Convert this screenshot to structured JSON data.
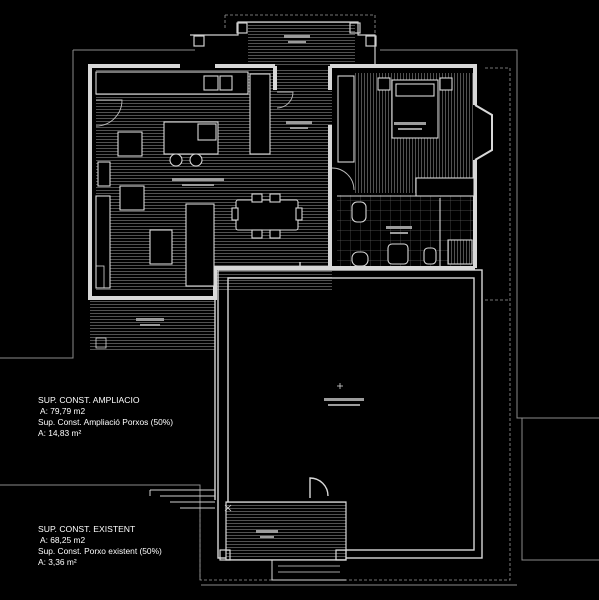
{
  "ampliacio": {
    "title": "SUP. CONST. AMPLIACIO",
    "area": "A: 79,79 m2",
    "porxos_label": "Sup. Const. Ampliació Porxos (50%)",
    "porxos_area": "A: 14,83 m²"
  },
  "existent": {
    "title": "SUP. CONST. EXISTENT",
    "area": "A: 68,25 m2",
    "porxo_label": "Sup. Const. Porxo existent (50%)",
    "porxo_area": "A: 3,36 m²"
  },
  "colors": {
    "background": "#000000",
    "wall": "#d8d8d8",
    "hatch": "#5a5a5a",
    "outline": "#8a8a8a",
    "dashed": "#9a9a9a",
    "label_bar": "#9c9c9c"
  }
}
